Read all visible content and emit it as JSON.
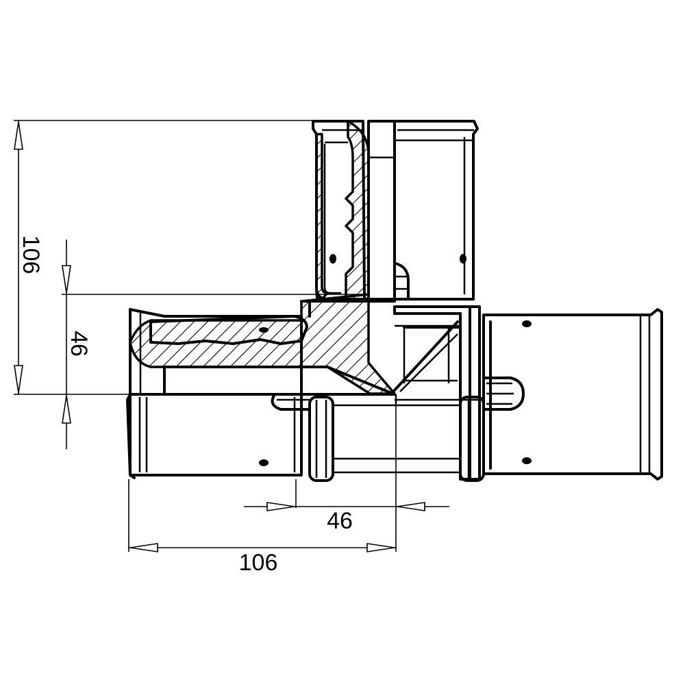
{
  "diagram": {
    "dimensions": {
      "vertical_total": "106",
      "vertical_inner": "46",
      "horizontal_inner": "46",
      "horizontal_total": "106"
    }
  }
}
